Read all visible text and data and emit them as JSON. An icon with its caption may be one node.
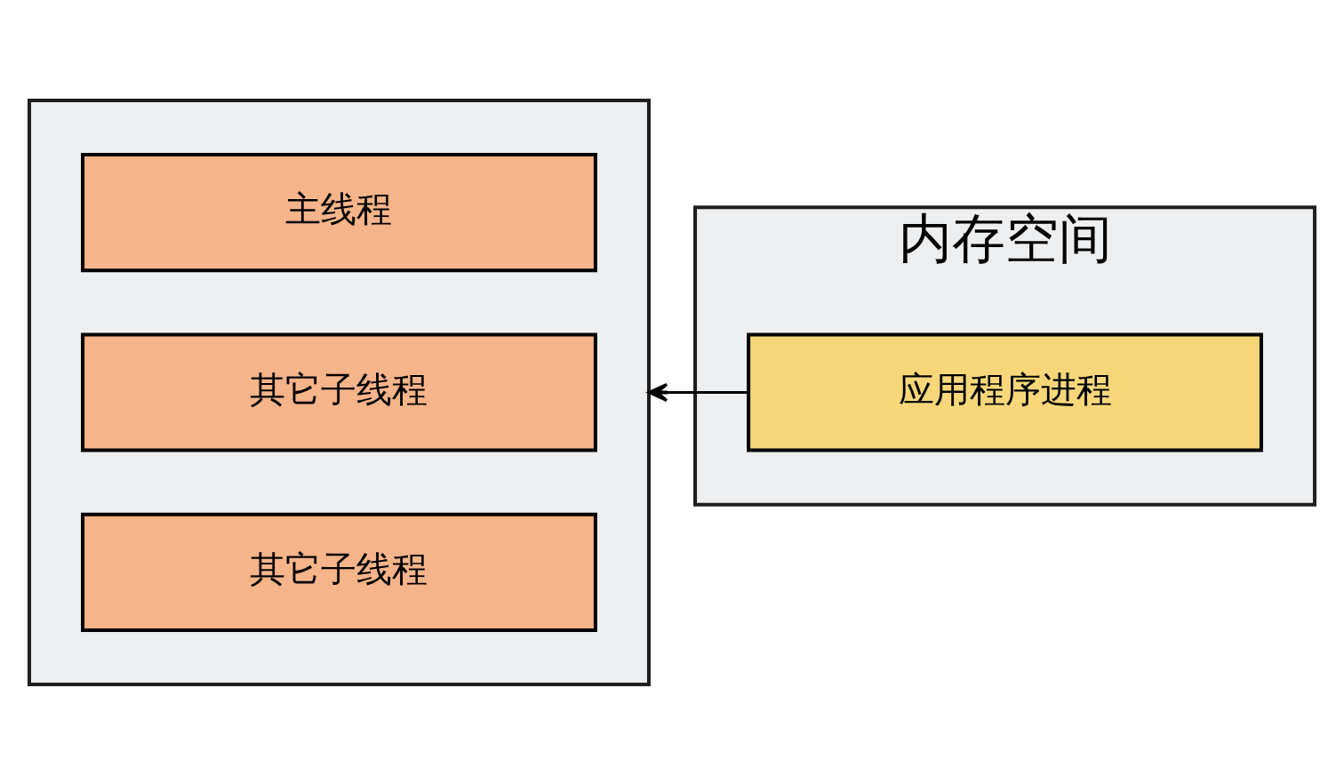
{
  "diagram": {
    "nodes": [
      {
        "text": [],
        "shape": "box"
      },
      {
        "text": [
          "主线程"
        ],
        "in": 0
      },
      {
        "text": [
          "其它子线程"
        ],
        "in": 0
      },
      {
        "text": [
          "其它子线程"
        ],
        "in": 0
      },
      {
        "text": [
          "内存空间"
        ]
      },
      {
        "text": [
          "应用程序进程"
        ],
        "in": 4
      }
    ],
    "edges": [
      {
        "from": 5,
        "to": 0,
        "arrow": "to"
      }
    ]
  }
}
